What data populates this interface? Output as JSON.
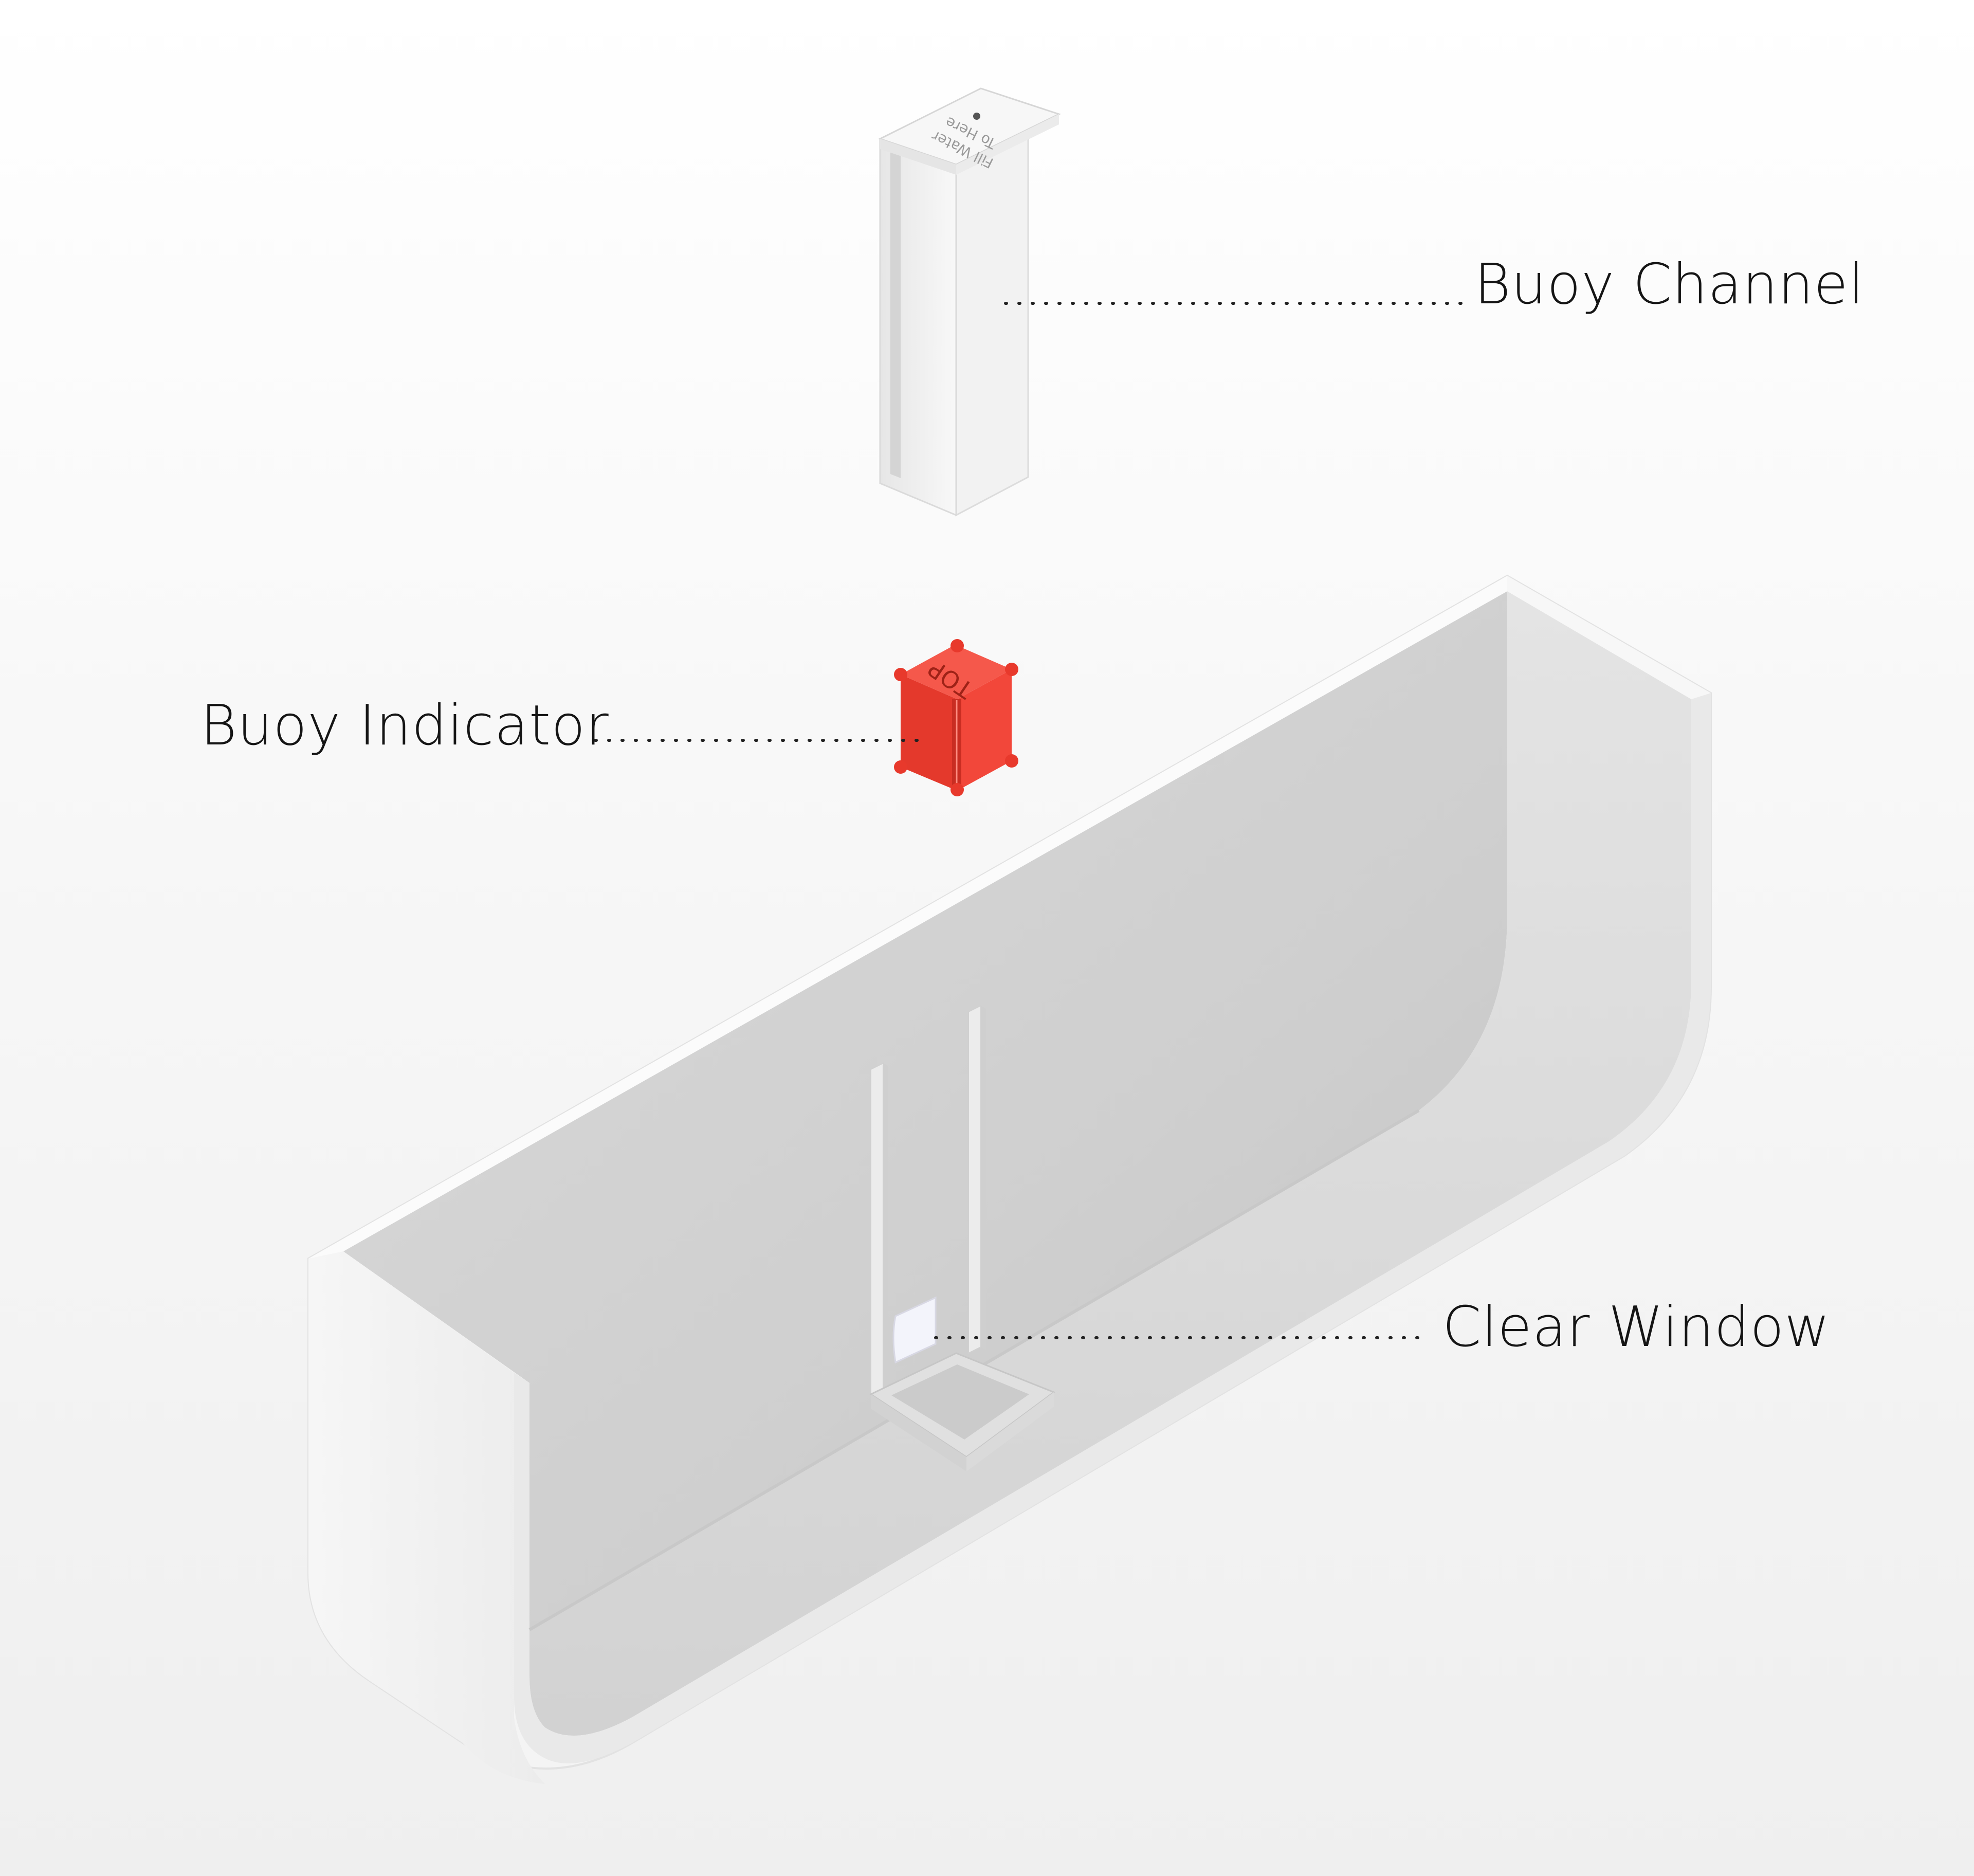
{
  "callouts": {
    "buoy_channel": "Buoy Channel",
    "buoy_indicator": "Buoy Indicator",
    "clear_window": "Clear Window"
  },
  "part_markings": {
    "channel_cap_line1": "Fill Water",
    "channel_cap_line2": "To Here",
    "buoy_top": "TOP"
  },
  "colors": {
    "buoy": "#f03c2f",
    "part_white": "#f4f4f4",
    "line": "#222222",
    "text": "#151515"
  }
}
